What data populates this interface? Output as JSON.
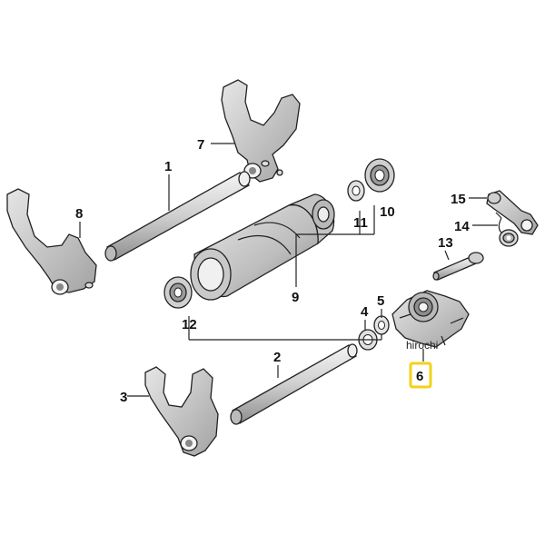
{
  "callouts": {
    "p1": "1",
    "p2": "2",
    "p3": "3",
    "p4": "4",
    "p5": "5",
    "p6": "6",
    "p7": "7",
    "p8": "8",
    "p9": "9",
    "p10": "10",
    "p11": "11",
    "p12": "12",
    "p13": "13",
    "p14": "14",
    "p15": "15"
  },
  "highlight": {
    "part": "6",
    "color": "#f2d21b"
  },
  "watermark": "hirochi",
  "colors": {
    "part_fill": "#d6d6d6",
    "part_dark": "#9a9a9a",
    "part_light": "#ececec",
    "ink": "#222222"
  }
}
